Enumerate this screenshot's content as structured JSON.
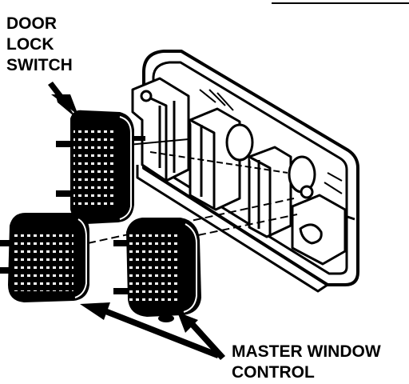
{
  "labels": {
    "door_lock": [
      "DOOR",
      "LOCK",
      "SWITCH"
    ],
    "master_window": [
      "MASTER WINDOW",
      "CONTROL"
    ]
  },
  "colors": {
    "ink": "#000000",
    "paper": "#ffffff"
  }
}
